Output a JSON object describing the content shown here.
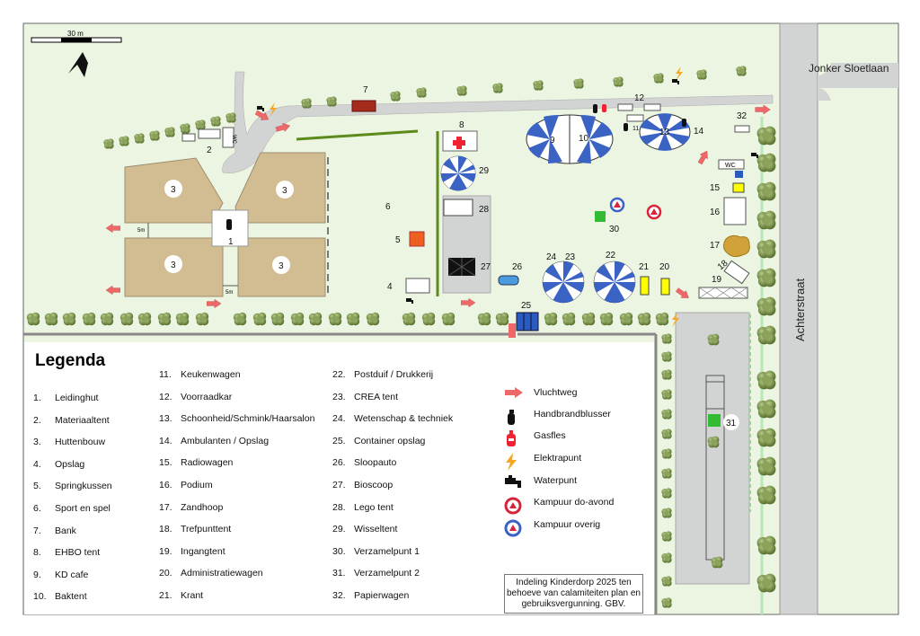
{
  "map": {
    "scale_label": "30 m",
    "streets": [
      "Jonker Sloetlaan",
      "Achterstraat"
    ],
    "dim_labels": [
      "5m",
      "5m"
    ],
    "wc_labels": [
      "WC",
      "WC"
    ],
    "markers": [
      "1",
      "2",
      "3",
      "3",
      "3",
      "3",
      "4",
      "5",
      "6",
      "7",
      "8",
      "9",
      "10",
      "11",
      "12",
      "13",
      "14",
      "15",
      "16",
      "17",
      "18",
      "19",
      "20",
      "21",
      "22",
      "23",
      "24",
      "25",
      "26",
      "27",
      "28",
      "29",
      "30",
      "31",
      "32"
    ]
  },
  "legend": {
    "title": "Legenda",
    "items": [
      {
        "num": "1.",
        "label": "Leidinghut"
      },
      {
        "num": "2.",
        "label": "Materiaaltent"
      },
      {
        "num": "3.",
        "label": "Huttenbouw"
      },
      {
        "num": "4.",
        "label": "Opslag"
      },
      {
        "num": "5.",
        "label": "Springkussen"
      },
      {
        "num": "6.",
        "label": "Sport en spel"
      },
      {
        "num": "7.",
        "label": "Bank"
      },
      {
        "num": "8.",
        "label": "EHBO tent"
      },
      {
        "num": "9.",
        "label": "KD cafe"
      },
      {
        "num": "10.",
        "label": "Baktent"
      },
      {
        "num": "11.",
        "label": "Keukenwagen"
      },
      {
        "num": "12.",
        "label": "Voorraadkar"
      },
      {
        "num": "13.",
        "label": "Schoonheid/Schmink/Haarsalon"
      },
      {
        "num": "14.",
        "label": "Ambulanten / Opslag"
      },
      {
        "num": "15.",
        "label": "Radiowagen"
      },
      {
        "num": "16.",
        "label": "Podium"
      },
      {
        "num": "17.",
        "label": "Zandhoop"
      },
      {
        "num": "18.",
        "label": "Trefpunttent"
      },
      {
        "num": "19.",
        "label": "Ingangtent"
      },
      {
        "num": "20.",
        "label": "Administratiewagen"
      },
      {
        "num": "21.",
        "label": "Krant"
      },
      {
        "num": "22.",
        "label": "Postduif / Drukkerij"
      },
      {
        "num": "23.",
        "label": "CREA tent"
      },
      {
        "num": "24.",
        "label": "Wetenschap & techniek"
      },
      {
        "num": "25.",
        "label": "Container opslag"
      },
      {
        "num": "26.",
        "label": "Sloopauto"
      },
      {
        "num": "27.",
        "label": "Bioscoop"
      },
      {
        "num": "28.",
        "label": "Lego tent"
      },
      {
        "num": "29.",
        "label": "Wisseltent"
      },
      {
        "num": "30.",
        "label": "Verzamelpunt 1"
      },
      {
        "num": "31.",
        "label": "Verzamelpunt 2"
      },
      {
        "num": "32.",
        "label": "Papierwagen"
      }
    ],
    "symbols": [
      {
        "icon": "escape-route-arrow-icon",
        "label": "Vluchtweg"
      },
      {
        "icon": "fire-extinguisher-icon",
        "label": "Handbrandblusser"
      },
      {
        "icon": "gas-bottle-icon",
        "label": "Gasfles"
      },
      {
        "icon": "electricity-icon",
        "label": "Elektrapunt"
      },
      {
        "icon": "water-tap-icon",
        "label": "Waterpunt"
      },
      {
        "icon": "campfire-evening-icon",
        "label": "Kampuur do-avond"
      },
      {
        "icon": "campfire-other-icon",
        "label": "Kampuur overig"
      }
    ],
    "note": "Indeling Kinderdorp 2025 ten behoeve van calamiteiten plan en gebruiksvergunning. GBV."
  },
  "colors": {
    "grass": "#ebf5e1",
    "road": "#d2d3d3",
    "hut_area": "#d2bc91",
    "hedge": "#6c8a3c",
    "tent_blue": "#3a63c4",
    "escape_arrow": "#ee6868",
    "orange": "#ee6020",
    "container_blue": "#2a5cbf",
    "assembly_green": "#33bb33",
    "campfire_red": "#d8243a"
  }
}
